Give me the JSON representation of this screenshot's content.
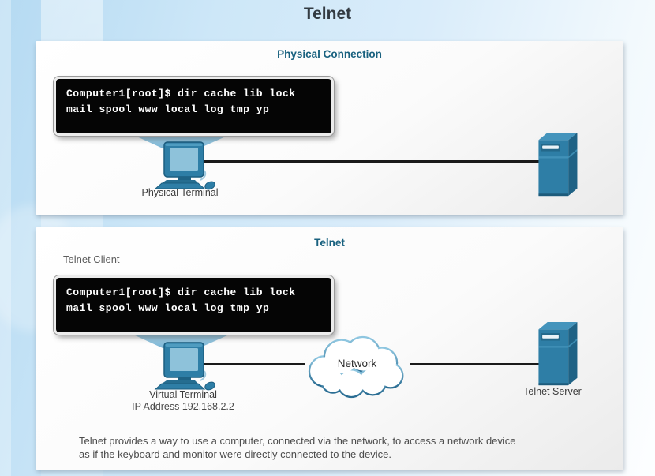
{
  "page_title": "Telnet",
  "colors": {
    "title_text": "#333b42",
    "accent_heading": "#19617f",
    "icon_blue": "#2e7ea6",
    "terminal_bg": "#050505",
    "terminal_text": "#ffffff",
    "line_black": "#1a1a1a",
    "background_blue": "#cde7f8"
  },
  "panel_physical": {
    "header": "Physical Connection",
    "terminal_line1": "Computer1[root]$ dir cache lib lock",
    "terminal_line2": "mail spool www local log tmp yp",
    "terminal_label": "Physical Terminal"
  },
  "panel_telnet": {
    "header": "Telnet",
    "client_label": "Telnet Client",
    "terminal_line1": "Computer1[root]$ dir cache lib lock",
    "terminal_line2": "mail spool www local log tmp yp",
    "terminal_label": "Virtual Terminal",
    "ip_address": "IP Address 192.168.2.2",
    "cloud_label": "Network",
    "server_label": "Telnet Server",
    "caption_line1": "Telnet provides a way to use a computer, connected via the network, to access a network device",
    "caption_line2": "as if the keyboard and monitor were directly connected to the device."
  }
}
